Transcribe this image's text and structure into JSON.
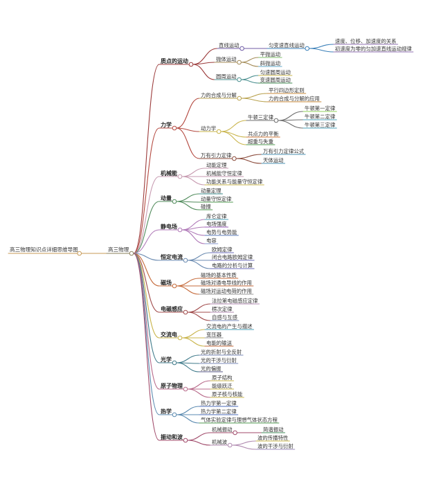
{
  "root": {
    "label": "高三物理知识点详细思维导图",
    "color": "#c79a56"
  },
  "center": {
    "label": "高三物理",
    "color": "#8a7f5a"
  },
  "branches": [
    {
      "label": "质点的运动",
      "color": "#9b3a3a",
      "children": [
        {
          "label": "直线运动",
          "color": "#6f5ba6",
          "children": [
            {
              "label": "匀变速直线运动",
              "color": "#3a7fb8",
              "children": [
                {
                  "label": "速度、位移、加速度的关系",
                  "color": "#8f6fb0"
                },
                {
                  "label": "初速度为零的匀加速直线运动规律",
                  "color": "#8f6fb0"
                }
              ]
            }
          ]
        },
        {
          "label": "抛体运动",
          "color": "#a38a55",
          "children": [
            {
              "label": "平抛运动",
              "color": "#7fbf6a"
            },
            {
              "label": "斜抛运动",
              "color": "#5fa8c8"
            }
          ]
        },
        {
          "label": "圆周运动",
          "color": "#4a8f8f",
          "children": [
            {
              "label": "匀速圆周运动",
              "color": "#c9b44a"
            },
            {
              "label": "变速圆周运动",
              "color": "#3f8a4f"
            }
          ]
        }
      ]
    },
    {
      "label": "力学",
      "color": "#b3473e",
      "children": [
        {
          "label": "力的合成与分解",
          "color": "#b9a24f",
          "children": [
            {
              "label": "平行四边形定则",
              "color": "#c98a3a"
            },
            {
              "label": "力的合成与分解的应用",
              "color": "#c98a3a"
            }
          ]
        },
        {
          "label": "动力学",
          "color": "#c9b44a",
          "children": [
            {
              "label": "牛顿三定律",
              "color": "#6d6d6d",
              "children": [
                {
                  "label": "牛顿第一定律",
                  "color": "#8fcf5a"
                },
                {
                  "label": "牛顿第二定律",
                  "color": "#4aa0b8"
                },
                {
                  "label": "牛顿第三定律",
                  "color": "#4aa0b8"
                }
              ]
            },
            {
              "label": "共点力的平衡",
              "color": "#d07a3a"
            },
            {
              "label": "超重与失重",
              "color": "#4f9a4f"
            }
          ]
        },
        {
          "label": "万有引力定律",
          "color": "#8a4a3a",
          "children": [
            {
              "label": "万有引力定律公式",
              "color": "#4a8fb0"
            },
            {
              "label": "天体运动",
              "color": "#4a8fb0"
            }
          ]
        }
      ]
    },
    {
      "label": "机械能",
      "color": "#c79ab0",
      "children": [
        {
          "label": "动能定理",
          "color": "#c79ab0"
        },
        {
          "label": "机械能守恒定律",
          "color": "#c79ab0"
        },
        {
          "label": "功能关系与能量守恒定律",
          "color": "#c9b44a"
        }
      ]
    },
    {
      "label": "动量",
      "color": "#4f8a5a",
      "children": [
        {
          "label": "动量定理",
          "color": "#3a8a8a"
        },
        {
          "label": "动量守恒定律",
          "color": "#4f9a4f"
        },
        {
          "label": "碰撞",
          "color": "#4f9a4f"
        }
      ]
    },
    {
      "label": "静电场",
      "color": "#b07ab8",
      "children": [
        {
          "label": "库仑定律",
          "color": "#4aa0b8"
        },
        {
          "label": "电场强度",
          "color": "#9a5ab8"
        },
        {
          "label": "电势与电势能",
          "color": "#5a7ab8"
        },
        {
          "label": "电容",
          "color": "#8a9ad0"
        }
      ]
    },
    {
      "label": "恒定电流",
      "color": "#6a8ab0",
      "children": [
        {
          "label": "欧姆定律",
          "color": "#6a6ab8"
        },
        {
          "label": "闭合电路欧姆定律",
          "color": "#6a6ab8"
        },
        {
          "label": "电路的分析与计算",
          "color": "#6a6ab8"
        }
      ]
    },
    {
      "label": "磁场",
      "color": "#c56a3a",
      "children": [
        {
          "label": "磁场的基本性质",
          "color": "#c56a3a"
        },
        {
          "label": "磁场对通电导线的作用",
          "color": "#c56a3a"
        },
        {
          "label": "磁场对运动电荷的作用",
          "color": "#9a9a9a"
        }
      ]
    },
    {
      "label": "电磁感应",
      "color": "#a04a4a",
      "children": [
        {
          "label": "法拉第电磁感应定律",
          "color": "#b08ab0"
        },
        {
          "label": "楞次定律",
          "color": "#b08ab0"
        },
        {
          "label": "自感与互感",
          "color": "#7a8ab8"
        }
      ]
    },
    {
      "label": "交流电",
      "color": "#c9b44a",
      "children": [
        {
          "label": "交流电的产生与描述",
          "color": "#4aa0b8"
        },
        {
          "label": "变压器",
          "color": "#9a9a9a"
        },
        {
          "label": "电能的输送",
          "color": "#c56a3a"
        }
      ]
    },
    {
      "label": "光学",
      "color": "#3f7a8a",
      "children": [
        {
          "label": "光的折射与全反射",
          "color": "#7a8ab8"
        },
        {
          "label": "光的干涉与衍射",
          "color": "#7a8ab8"
        },
        {
          "label": "光的偏振",
          "color": "#5a5a8a"
        }
      ]
    },
    {
      "label": "原子物理",
      "color": "#b86a8a",
      "children": [
        {
          "label": "原子结构",
          "color": "#c9b44a"
        },
        {
          "label": "能级跃迁",
          "color": "#c9b44a"
        },
        {
          "label": "原子核与核能",
          "color": "#c9b44a"
        }
      ]
    },
    {
      "label": "热学",
      "color": "#5a8ab0",
      "children": [
        {
          "label": "热力学第一定律",
          "color": "#4a6ab8"
        },
        {
          "label": "热力学第二定律",
          "color": "#4a6ab8"
        },
        {
          "label": "气体实验定律与理想气体状态方程",
          "color": "#4f9a4f"
        }
      ]
    },
    {
      "label": "振动和波",
      "color": "#a04a6a",
      "children": [
        {
          "label": "机械振动",
          "color": "#a04a6a",
          "children": [
            {
              "label": "简谐振动",
              "color": "#3f8a5a"
            }
          ]
        },
        {
          "label": "机械波",
          "color": "#b08ab0",
          "children": [
            {
              "label": "波的传播特性",
              "color": "#c9b44a"
            },
            {
              "label": "波的干涉与衍射",
              "color": "#9a8ab8"
            }
          ]
        }
      ]
    }
  ]
}
